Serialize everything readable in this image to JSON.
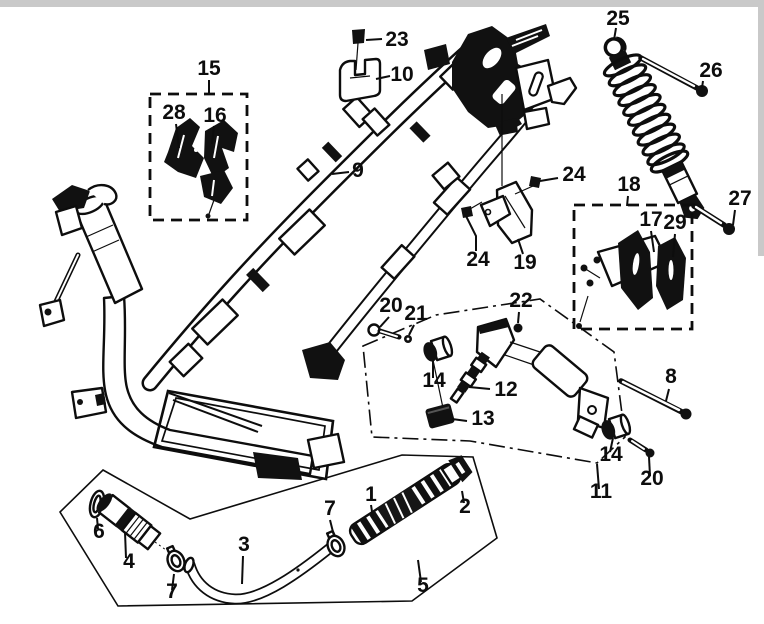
{
  "figure": {
    "type": "exploded-parts-diagram",
    "subject": "scooter frame body, rear cushion and exhaust pipe assembly",
    "background_color": "#ffffff",
    "line_color": "#0d0d0d",
    "scan_edge_color": "#c9c9c9",
    "part_numbers_shown": [
      "1",
      "2",
      "3",
      "4",
      "5",
      "6",
      "7",
      "8",
      "9",
      "10",
      "11",
      "12",
      "13",
      "14",
      "15",
      "16",
      "17",
      "18",
      "19",
      "20",
      "21",
      "22",
      "23",
      "24",
      "25",
      "26",
      "27",
      "28",
      "29"
    ]
  },
  "labels": {
    "l1": "1",
    "l2": "2",
    "l3": "3",
    "l4": "4",
    "l5": "5",
    "l6": "6",
    "l7a": "7",
    "l7b": "7",
    "l8": "8",
    "l9": "9",
    "l10": "10",
    "l11": "11",
    "l12": "12",
    "l13": "13",
    "l14a": "14",
    "l14b": "14",
    "l15": "15",
    "l16": "16",
    "l17": "17",
    "l18": "18",
    "l19": "19",
    "l20a": "20",
    "l20b": "20",
    "l21": "21",
    "l22": "22",
    "l23": "23",
    "l24a": "24",
    "l24b": "24",
    "l25": "25",
    "l26": "26",
    "l27": "27",
    "l28": "28",
    "l29": "29"
  }
}
